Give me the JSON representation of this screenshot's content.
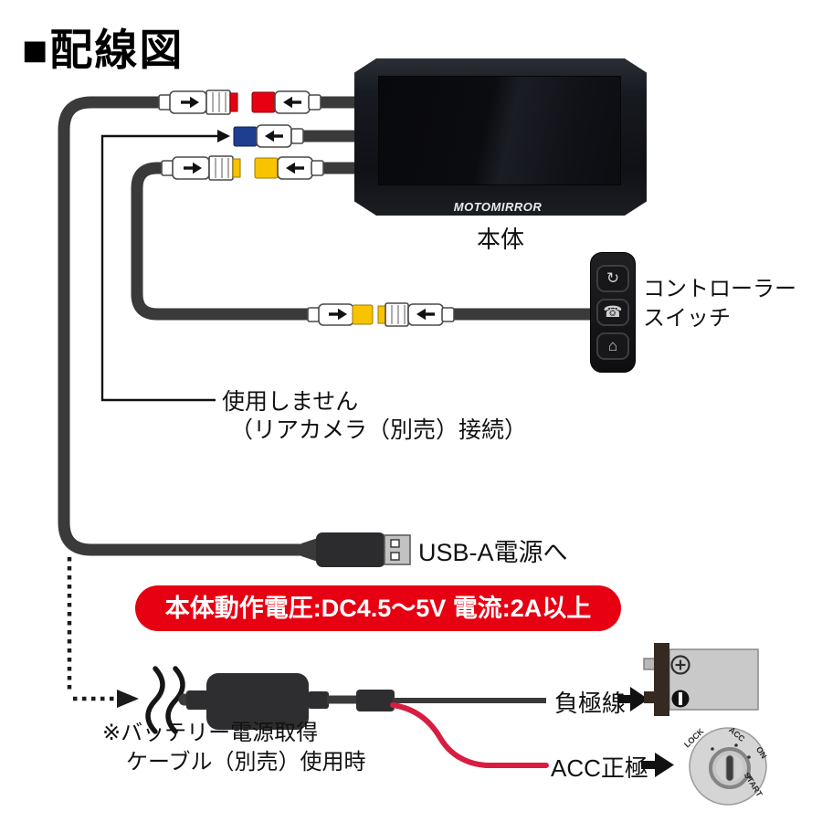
{
  "title": "■配線図",
  "colors": {
    "red": "#e60012",
    "blue": "#1e3e8f",
    "yellow": "#f8c300",
    "cable": "#3a3a3a",
    "wire_red": "#d91c42",
    "banner": "#e60012"
  },
  "device": {
    "logo": "MOTOMIRROR",
    "label": "本体"
  },
  "controller": {
    "label_line1": "コントローラー",
    "label_line2": "スイッチ",
    "buttons": [
      {
        "icon": "rotate-icon",
        "glyph": "↻"
      },
      {
        "icon": "phone-icon",
        "glyph": "☎"
      },
      {
        "icon": "home-icon",
        "glyph": "⌂"
      }
    ]
  },
  "notes": {
    "unused_line1": "使用しません",
    "unused_line2": "（リアカメラ（別売）接続）",
    "battery_line1": "※バッテリー電源取得",
    "battery_line2": "ケーブル（別売）使用時"
  },
  "usb": {
    "label": "USB-A電源へ"
  },
  "banner": {
    "text": "本体動作電圧:DC4.5～5V 電流:2A以上"
  },
  "power": {
    "negative_label": "負極線",
    "acc_label": "ACC正極"
  },
  "key_switch": {
    "positions": [
      "LOCK",
      "ACC",
      "ON",
      "START"
    ]
  }
}
